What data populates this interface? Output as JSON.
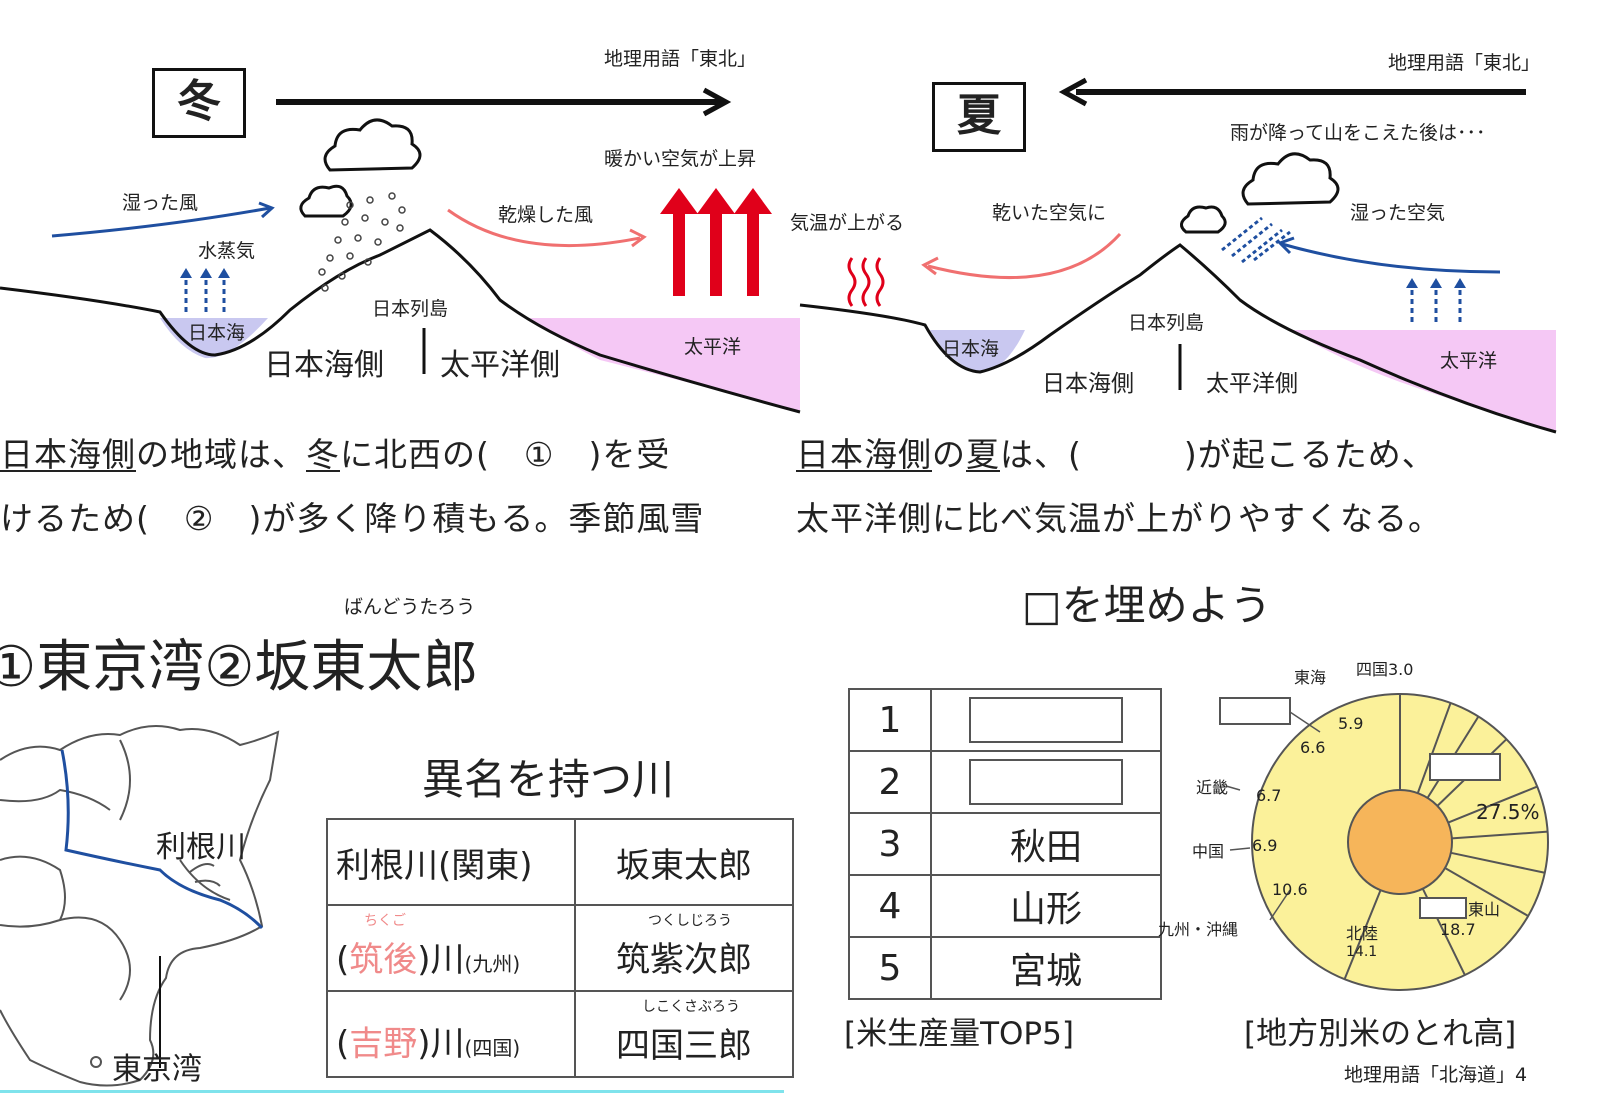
{
  "winter": {
    "season": "冬",
    "direction_label": "地理用語「東北」",
    "labels": {
      "wet_wind": "湿った風",
      "vapor": "水蒸気",
      "dry_wind": "乾燥した風",
      "warm_air": "暖かい空気が上昇",
      "sea_japan": "日本海",
      "islands": "日本列島",
      "pacific": "太平洋",
      "side_japan": "日本海側",
      "side_pacific": "太平洋側"
    },
    "text_line1_u1": "日本海側",
    "text_line1_a": "の地域は、",
    "text_line1_u2": "冬",
    "text_line1_b": "に北西の(　①　)を受",
    "text_line2": "けるため(　②　)が多く降り積もる。季節風雪"
  },
  "summer": {
    "season": "夏",
    "direction_label": "地理用語「東北」",
    "labels": {
      "after_rain": "雨が降って山をこえた後は･･･",
      "temp_up": "気温が上がる",
      "dry_air": "乾いた空気に",
      "wet_air": "湿った空気",
      "sea_japan": "日本海",
      "islands": "日本列島",
      "pacific": "太平洋",
      "side_japan": "日本海側",
      "side_pacific": "太平洋側"
    },
    "text_line1_u1": "日本海側",
    "text_line1_a": "の",
    "text_line1_u2": "夏",
    "text_line1_b": "は、(　　　)が起こるため、",
    "text_line2": "太平洋側に比べ気温が上がりやすくなる。"
  },
  "kanto": {
    "ruby": "ばんどうたろう",
    "answer": "①東京湾②坂東太郎",
    "map_labels": {
      "tone": "利根川",
      "bay": "東京湾"
    },
    "table_title": "異名を持つ川",
    "rows": [
      {
        "river": "利根川(関東)",
        "ruby_left": "",
        "pink": "",
        "river_suffix": "",
        "region": "",
        "ruby_right": "",
        "alias": "坂東太郎"
      },
      {
        "river": "",
        "ruby_left": "ちくご",
        "pink": "筑後",
        "river_suffix": ")川",
        "region": "(九州)",
        "ruby_right": "つくしじろう",
        "alias": "筑紫次郎"
      },
      {
        "river": "",
        "ruby_left": "",
        "pink": "吉野",
        "river_suffix": ")川",
        "region": "(四国)",
        "ruby_right": "しこくさぶろう",
        "alias": "四国三郎"
      }
    ]
  },
  "rice": {
    "heading": "□を埋めよう",
    "top5": [
      {
        "rank": "1",
        "pref": ""
      },
      {
        "rank": "2",
        "pref": ""
      },
      {
        "rank": "3",
        "pref": "秋田"
      },
      {
        "rank": "4",
        "pref": "山形"
      },
      {
        "rank": "5",
        "pref": "宮城"
      }
    ],
    "top5_caption": "[米生産量TOP5]",
    "pie_caption": "[地方別米のとれ高]",
    "footer": "地理用語「北海道」4",
    "pie_labels": {
      "tokai": "東海",
      "shikoku": "四国3.0",
      "v59": "5.9",
      "v66": "6.6",
      "kinki": "近畿",
      "v67": "6.7",
      "chugoku": "中国",
      "v69": "6.9",
      "v106": "10.6",
      "kyushu": "九州・沖縄",
      "hokuriku": "北陸",
      "v141": "14.1",
      "tohoku_pct": "27.5%",
      "tosan": "東山",
      "v187": "18.7"
    }
  },
  "colors": {
    "arrow_blue": "#1f4fa0",
    "arrow_pink": "#f07070",
    "arrow_red": "#e0001a",
    "sea_blue": "#c9c8f0",
    "sea_pink": "#f5c8f5",
    "pie_yellow": "#fbf19a",
    "pie_center": "#f6b55a"
  }
}
